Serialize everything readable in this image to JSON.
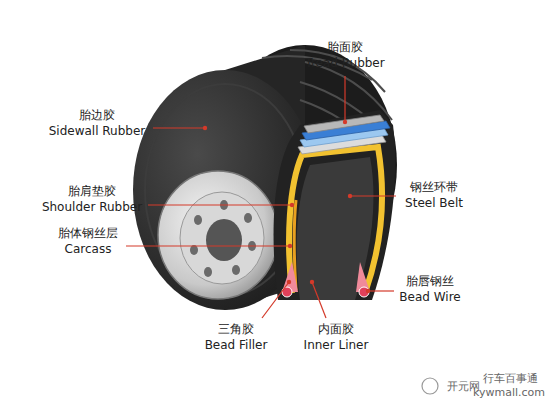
{
  "diagram": {
    "labels": [
      "胎面胶",
      "Tread Rubber",
      "胎边胶",
      "Sidewall Rubber",
      "钢丝环带",
      "Steel Belt",
      "胎肩垫胶",
      "Shoulder Rubber",
      "胎体钢丝层",
      "Carcass",
      "胎唇钢丝",
      "Bead Wire",
      "三角胶",
      "Bead Filler",
      "内面胶",
      "Inner Liner",
      "开元网",
      "行车百事通",
      "kywmall.com"
    ]
  }
}
